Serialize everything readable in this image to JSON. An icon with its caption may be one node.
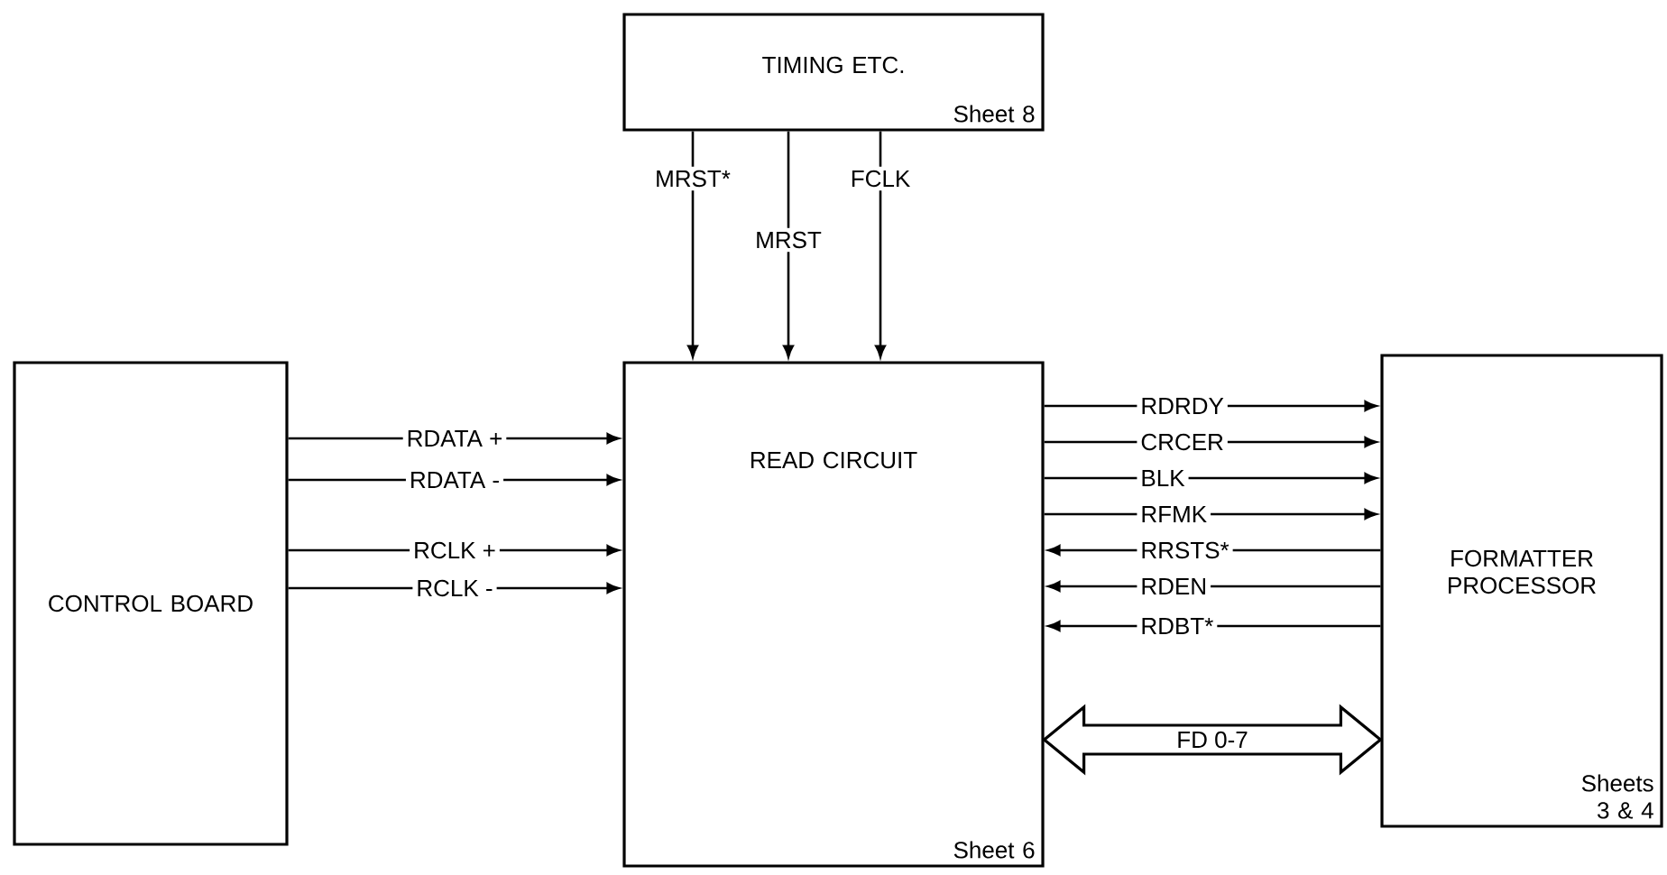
{
  "diagram": {
    "nodes": [
      {
        "text": [
          "TIMING ETC.",
          "Sheet 8"
        ]
      },
      {
        "text": [
          "CONTROL BOARD"
        ]
      },
      {
        "text": [
          "READ CIRCUIT",
          "Sheet 6"
        ]
      },
      {
        "text": [
          "FORMATTER PROCESSOR",
          "Sheets 3 & 4"
        ]
      }
    ],
    "edges": [
      {
        "from": 0,
        "to": 2,
        "arrow": "to",
        "label": "MRST*"
      },
      {
        "from": 0,
        "to": 2,
        "arrow": "to",
        "label": "MRST"
      },
      {
        "from": 0,
        "to": 2,
        "arrow": "to",
        "label": "FCLK"
      },
      {
        "from": 1,
        "to": 2,
        "arrow": "to",
        "label": "RDATA +"
      },
      {
        "from": 1,
        "to": 2,
        "arrow": "to",
        "label": "RDATA -"
      },
      {
        "from": 1,
        "to": 2,
        "arrow": "to",
        "label": "RCLK +"
      },
      {
        "from": 1,
        "to": 2,
        "arrow": "to",
        "label": "RCLK -"
      },
      {
        "from": 2,
        "to": 3,
        "arrow": "to",
        "label": "RDRDY"
      },
      {
        "from": 2,
        "to": 3,
        "arrow": "to",
        "label": "CRCER"
      },
      {
        "from": 2,
        "to": 3,
        "arrow": "to",
        "label": "BLK"
      },
      {
        "from": 2,
        "to": 3,
        "arrow": "to",
        "label": "RFMK"
      },
      {
        "from": 3,
        "to": 2,
        "arrow": "to",
        "label": "RRSTS*"
      },
      {
        "from": 3,
        "to": 2,
        "arrow": "to",
        "label": "RDEN"
      },
      {
        "from": 3,
        "to": 2,
        "arrow": "to",
        "label": "RDBT*"
      },
      {
        "from": 2,
        "to": 3,
        "arrow": "both",
        "label": "FD 0-7",
        "style": "thick"
      }
    ]
  }
}
